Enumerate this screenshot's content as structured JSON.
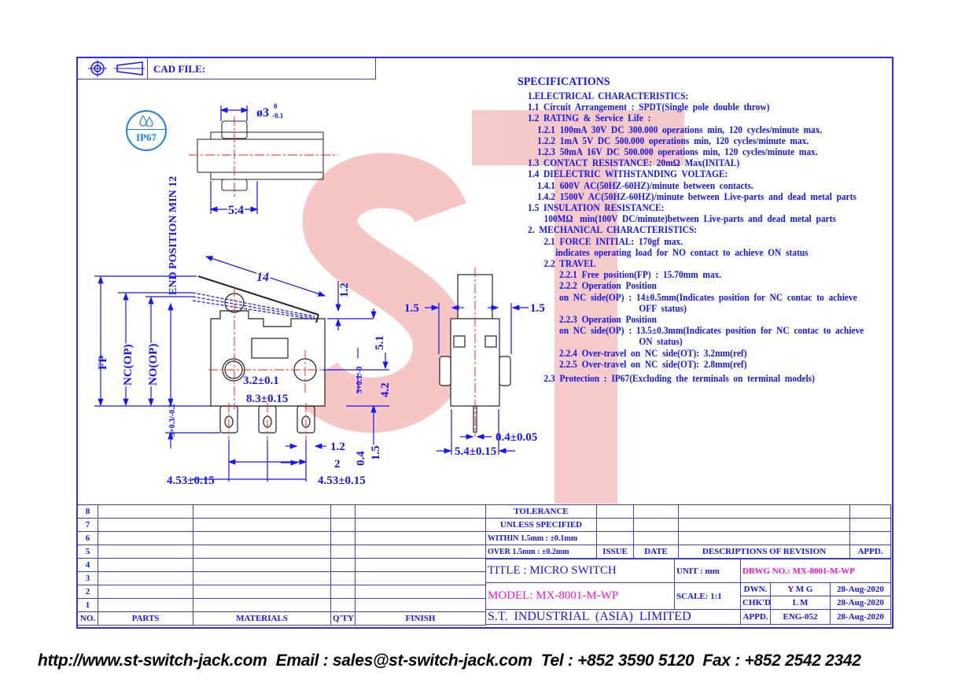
{
  "header": {
    "cad_file_label": "CAD FILE:"
  },
  "badge": {
    "label": "IP67"
  },
  "watermark": "ST",
  "drawing": {
    "dim_diameter": "ø3",
    "dim_diameter_tol_upper": "0",
    "dim_diameter_tol_lower": "-0.1",
    "dim_top_width": "5.4",
    "dim_end_position": "END POSITION  MIN 12",
    "dim_fp": "FP",
    "dim_nc_op": "NC(OP)",
    "dim_no_op": "NO(OP)",
    "dim_lever": "14",
    "dim_1_2_top": "1.2",
    "dim_5_1": "5.1",
    "dim_3_tol": "3+0.1/-0",
    "dim_4_2": "4.2",
    "dim_3_2": "3.2±0.1",
    "dim_8_3": "8.3±0.15",
    "dim_3_term": "3+0.3/-0.2",
    "dim_1_2": "1.2",
    "dim_2": "2",
    "dim_0_4": "0.4",
    "dim_1_5": "1.5",
    "dim_pitch_left": "4.53±0.15",
    "dim_pitch_right": "4.53±0.15",
    "dim_side_left": "1.5",
    "dim_side_right": "1.5",
    "dim_pin": "0.4±0.05",
    "dim_side_width": "5.4±0.15"
  },
  "specs": {
    "title": "SPECIFICATIONS",
    "lines": [
      "1.ELECTRICAL  CHARACTERISTICS:",
      "1.1  Circuit  Arrangement  :  SPDT(Single  pole  double  throw)",
      "1.2  RATING  &  Service  Life  :",
      "1.2.1  100mA  30V  DC  300.000  operations  min,  120  cycles/minute  max.",
      "1.2.2  1mA  5V  DC  500.000  operations  min,  120  cycles/minute  max.",
      "1.2.3  50mA  16V  DC  500.000  operations  min,  120  cycles/minute  max.",
      "1.3  CONTACT  RESISTANCE:  20mΩ  Max(INITAL)",
      "1.4  DIELECTRIC  WITHSTANDING  VOLTAGE:",
      "1.4.1  600V  AC(50HZ-60HZ)/minute  between  contacts.",
      "1.4.2  1500V  AC(50HZ-60HZ)/minute  between  Live-parts  and  dead  metal  parts",
      "1.5  INSULATION  RESISTANCE:",
      "100MΩ   min(100V  DC/minute)between  Live-parts  and  dead  metal  parts",
      "2.  MECHANICAL  CHARACTERISTICS:",
      "2.1  FORCE  INITIAL:  170gf  max.",
      "indicates  operating  load  for  NO  contact  to  achieve  ON  status",
      "2.2  TRAVEL",
      "2.2.1  Free  position(FP)  :  15.70mm  max.",
      "2.2.2  Operation  Position",
      "on  NC  side(OP)  :  14±0.5mm(Indicates  position  for  NC  contac  to  achieve",
      "OFF  status)",
      "2.2.3  Operation  Position",
      "on  NC  side(OP)  :  13.5±0.3mm(Indicates  position  for  NC  contac  to  achieve",
      "ON  status)",
      "2.2.4  Over-travel  on  NC  side(OT):  3.2mm(ref)",
      "2.2.5  Over-travel  on  NC  side(OT):  2.8mm(ref)",
      "2.3  Protection  :  IP67(Excluding  the  terminals  on  terminal  models)"
    ]
  },
  "parts_table": {
    "row_numbers": [
      "8",
      "7",
      "6",
      "5",
      "4",
      "3",
      "2",
      "1"
    ],
    "headers": [
      "NO.",
      "PARTS",
      "MATERIALS",
      "Q'TY",
      "FINISH"
    ]
  },
  "tolerance": {
    "title": "TOLERANCE",
    "subtitle": "UNLESS   SPECIFIED",
    "within": "WITHIN  1.5mm : ±0.1mm",
    "over": "OVER    1.5mm : ±0.2mm"
  },
  "revision": {
    "headers": [
      "ISSUE",
      "DATE",
      "DESCRIPTIONS OF REVISION",
      "APPD."
    ]
  },
  "title_block": {
    "title": "TITLE : MICRO SWITCH",
    "unit": "UNIT :   mm",
    "drawing_no": "DRWG NO.: MX-8001-M-WP",
    "model": "MODEL: MX-8001-M-WP",
    "scale": "SCALE:   1:1",
    "company": "S.T.  INDUSTRIAL  (ASIA)  LIMITED",
    "signoffs": [
      {
        "role": "DWN.",
        "name": "Y M G",
        "date": "28-Aug-2020"
      },
      {
        "role": "CHK'D",
        "name": "L M",
        "date": "28-Aug-2020"
      },
      {
        "role": "APPD.",
        "name": "ENG-052",
        "date": "28-Aug-2020"
      }
    ]
  },
  "footer": "http://www.st-switch-jack.com  Email : sales@st-switch-jack.com  Tel : +852 3590 5120  Fax : +852 2542 2342",
  "colors": {
    "line": "#1414ff",
    "accent": "#ff10d0",
    "centerline": "#ff2020",
    "watermark": "#f2b3b0"
  }
}
